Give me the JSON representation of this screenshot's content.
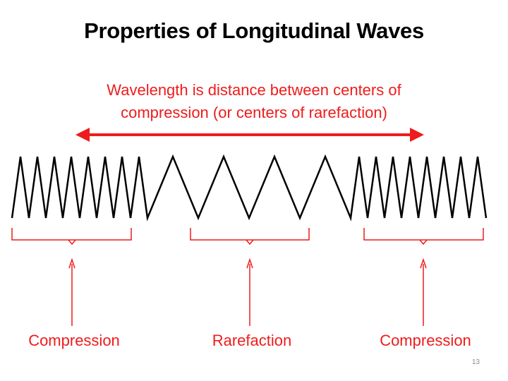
{
  "title": "Properties of Longitudinal Waves",
  "caption": {
    "line1": "Wavelength is distance between centers of",
    "line2": "compression (or centers of rarefaction)"
  },
  "labels": {
    "compression_left": "Compression",
    "rarefaction": "Rarefaction",
    "compression_right": "Compression"
  },
  "page_number": "13",
  "colors": {
    "accent": "#ee1c1c",
    "text": "#000000",
    "muted": "#8a8a8a"
  }
}
